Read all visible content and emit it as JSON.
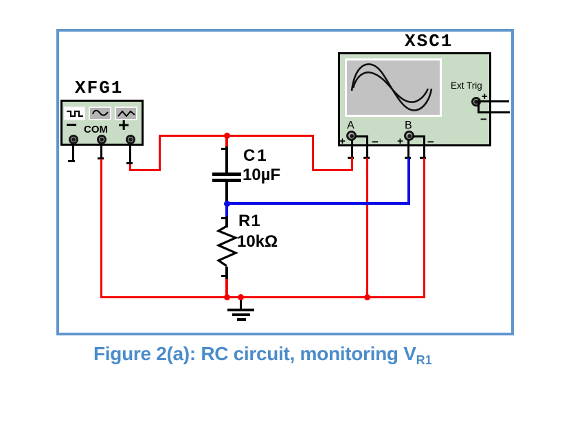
{
  "caption": {
    "main": "Figure 2(a): RC circuit, monitoring V",
    "subscript": "R1"
  },
  "function_generator": {
    "label": "XFG1",
    "minus": "−",
    "com": "COM",
    "plus": "+",
    "buttons": [
      {
        "name": "square-wave-icon",
        "glyph": "⎍"
      },
      {
        "name": "sine-wave-icon",
        "glyph": "∿"
      },
      {
        "name": "triangle-wave-icon",
        "glyph": "⋀⋁"
      }
    ]
  },
  "oscilloscope": {
    "label": "XSC1",
    "ext_trig": "Ext Trig",
    "channel_a": "A",
    "channel_b": "B",
    "plus": "+",
    "minus": "−"
  },
  "capacitor": {
    "ref": "C1",
    "value": "10µF"
  },
  "resistor": {
    "ref": "R1",
    "value": "10kΩ"
  },
  "colors": {
    "wire_hot": "#f30000",
    "wire_signal": "#0b0be4",
    "device_fill": "#c9dcc5",
    "frame_border": "#6096cc",
    "caption_text": "#4b8cca",
    "screen_fill": "#c2c2c2"
  }
}
